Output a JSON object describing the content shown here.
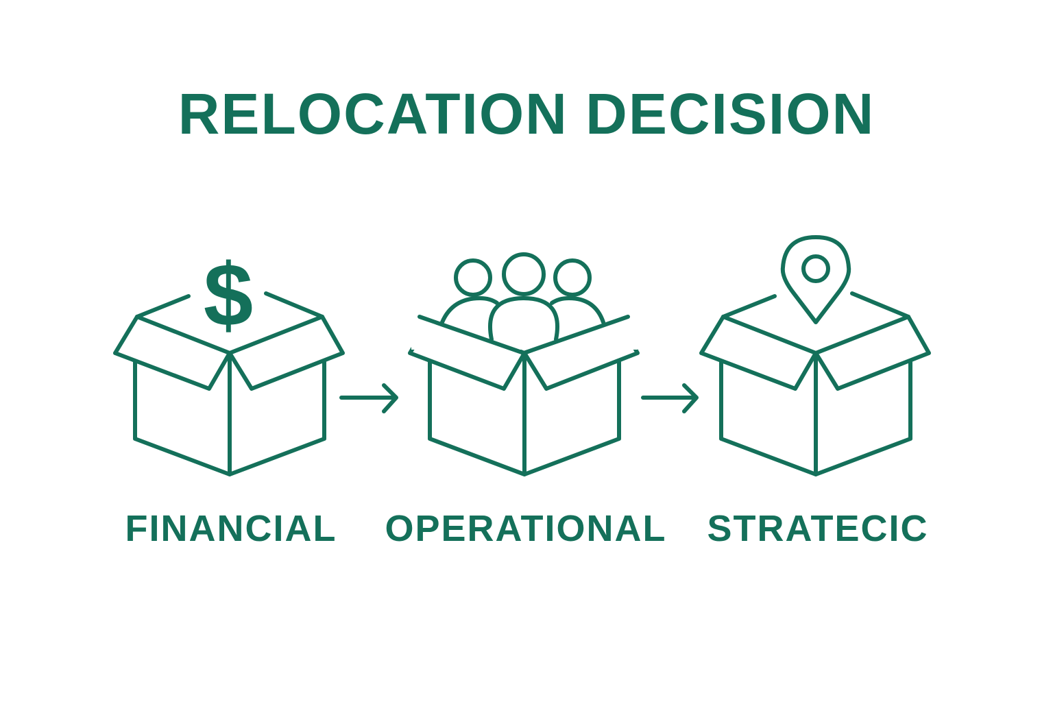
{
  "title": "RELOCATION DECISION",
  "steps": [
    {
      "label": "FINANCIAL",
      "icon": "dollar-icon"
    },
    {
      "label": "OPERATIONAL",
      "icon": "people-icon"
    },
    {
      "label": "STRATECIC",
      "icon": "location-pin-icon"
    }
  ],
  "colors": {
    "accent": "#14705a",
    "background": "#ffffff"
  }
}
